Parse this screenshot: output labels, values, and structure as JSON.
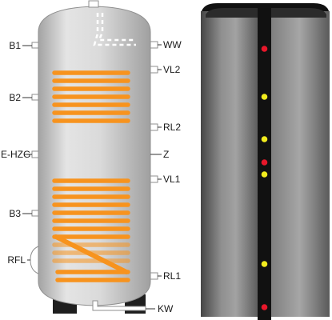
{
  "labels_left": {
    "b1": "B1",
    "b2": "B2",
    "ehzg": "E-HZG",
    "b3": "B3",
    "rfl": "RFL"
  },
  "labels_right": {
    "ww": "WW",
    "vl2": "VL2",
    "rl2": "RL2",
    "z": "Z",
    "vl1": "VL1",
    "rl1": "RL1",
    "kw": "KW"
  },
  "colors": {
    "tank_light": "#dcdcdc",
    "tank_shadow": "#a9a9a9",
    "coil": "#f7931e",
    "jacket_dark": "#4a4a4a",
    "jacket_light": "#9a9a9a",
    "strip": "#111111",
    "dot_red": "#e8172a",
    "dot_yellow": "#f2ec1e"
  },
  "sensor_dots": [
    "red",
    "yellow",
    "yellow",
    "red",
    "yellow",
    "yellow",
    "red"
  ]
}
